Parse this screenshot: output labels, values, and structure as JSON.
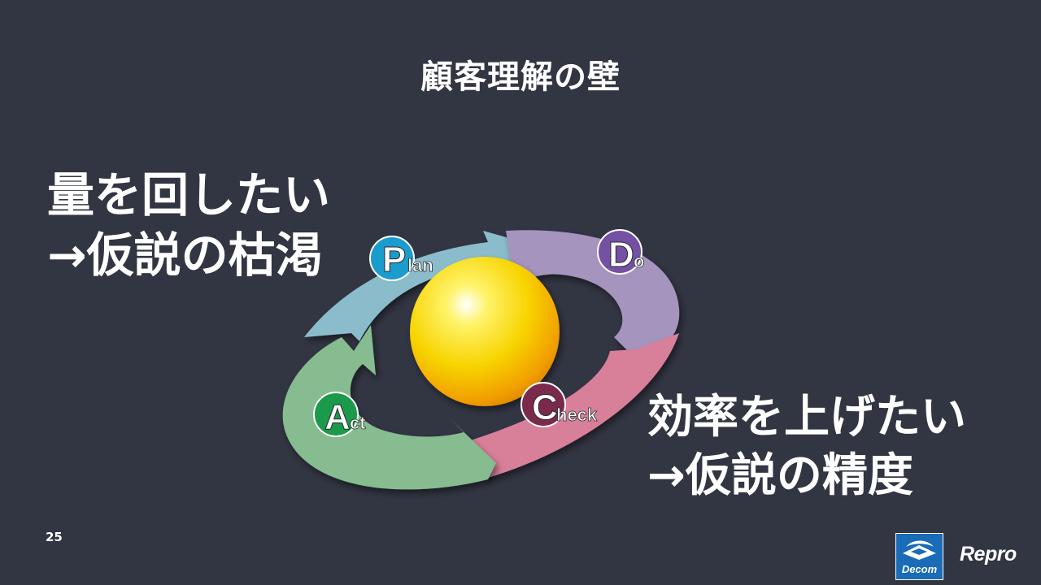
{
  "slide": {
    "title": "顧客理解の壁",
    "left_text": [
      "量を回したい",
      "→仮説の枯渇"
    ],
    "right_text": [
      "効率を上げたい",
      "→仮説の精度"
    ],
    "page_number": "25"
  },
  "cycle": {
    "plan": {
      "initial": "P",
      "rest": "lan",
      "badge_color": "#1a9ccc",
      "arrow_color": "#8bbccc"
    },
    "do": {
      "initial": "D",
      "rest": "o",
      "badge_color": "#7451a3",
      "arrow_color": "#a594be"
    },
    "check": {
      "initial": "C",
      "rest": "heck",
      "badge_color": "#7a2a4a",
      "arrow_color": "#d87f9a"
    },
    "act": {
      "initial": "A",
      "rest": "ct",
      "badge_color": "#1a9a4a",
      "arrow_color": "#86bc8f"
    },
    "center_color": "#f7c500"
  },
  "logos": {
    "decom": "Decom",
    "repro": "Repro"
  }
}
